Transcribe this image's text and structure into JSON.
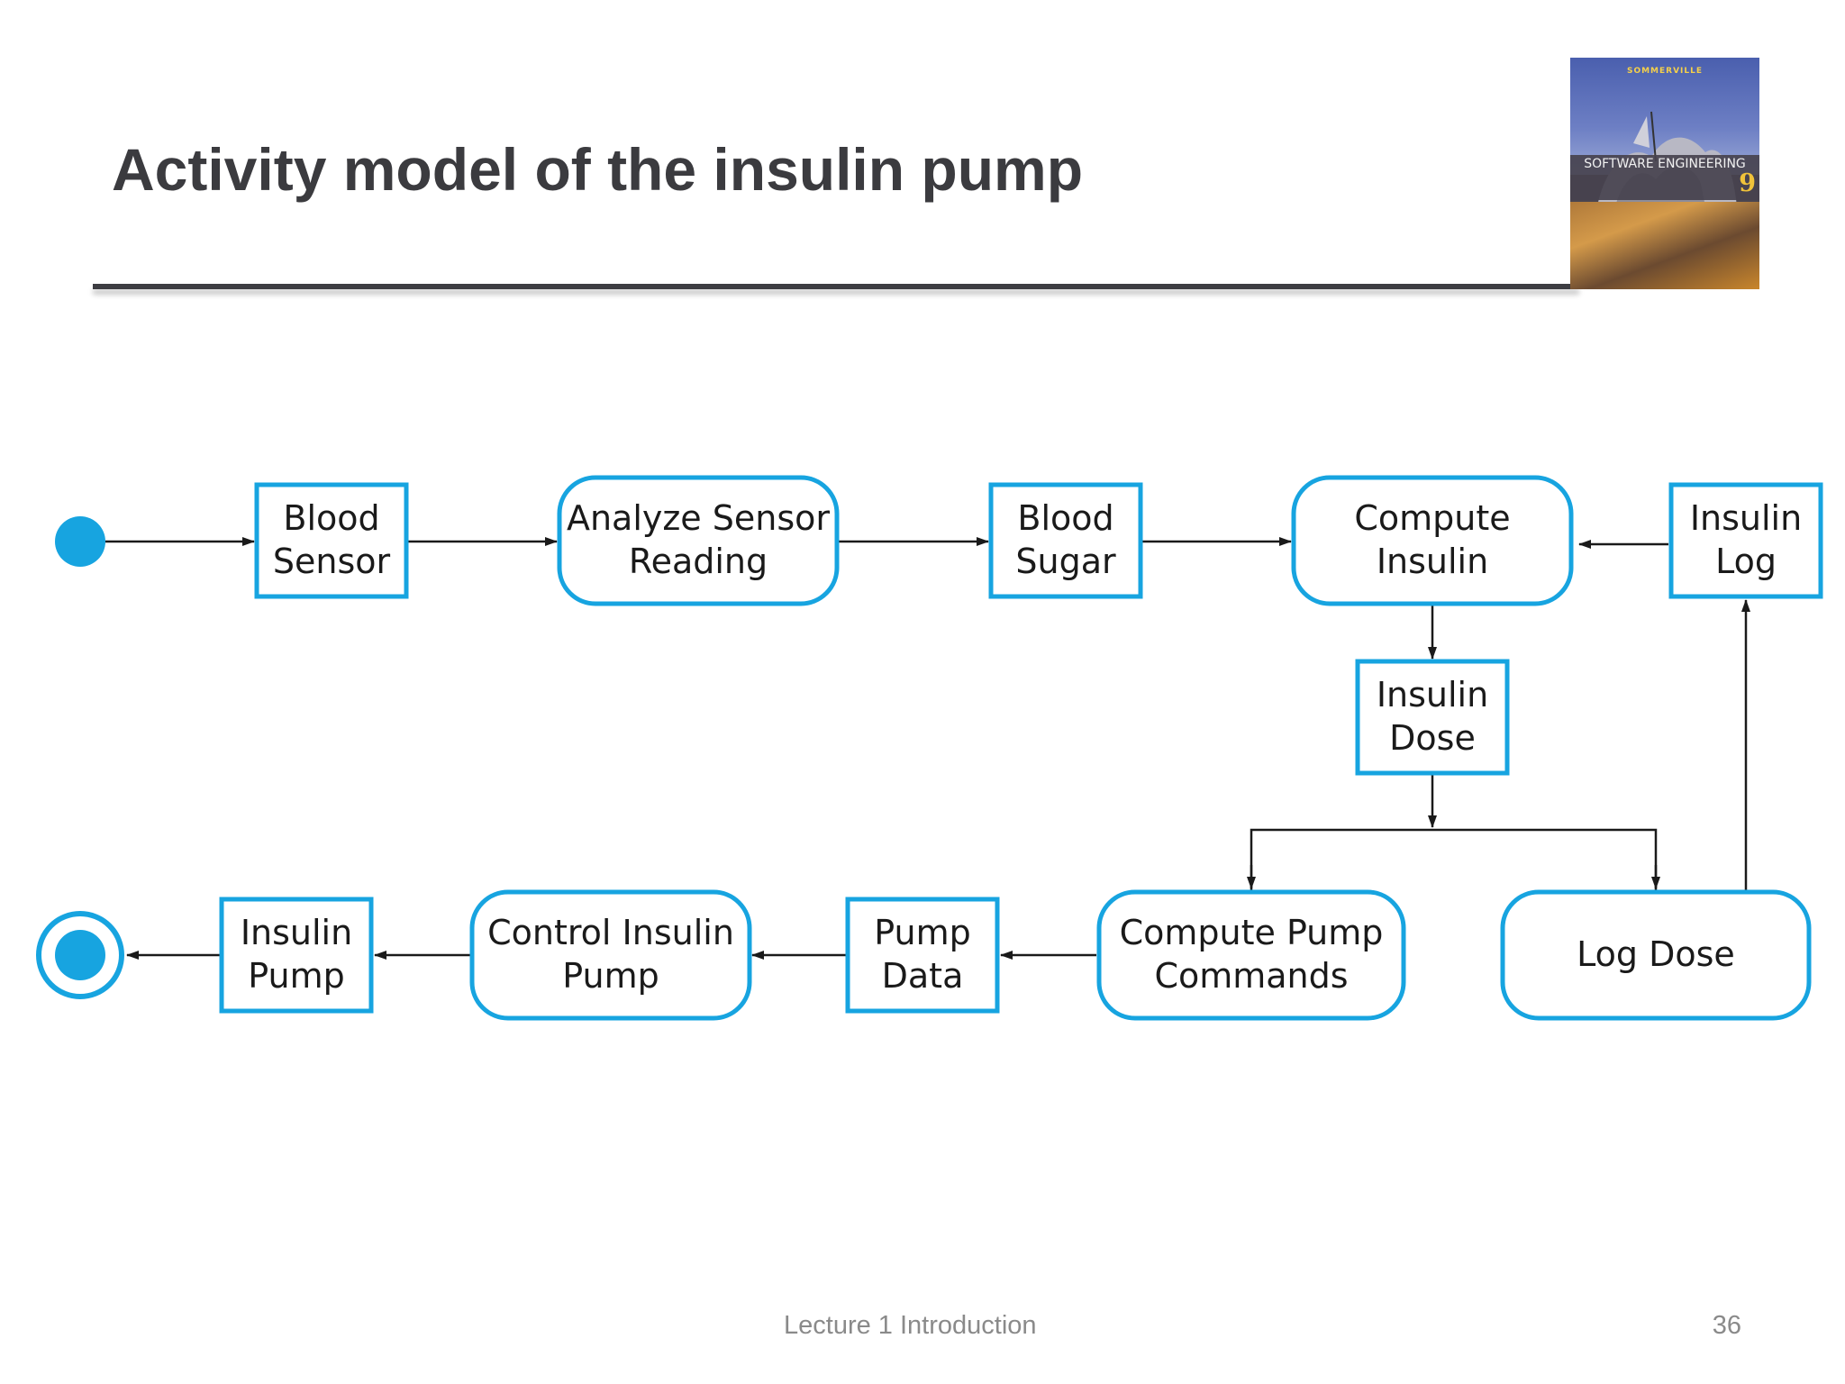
{
  "slide": {
    "title": "Activity model of the insulin pump",
    "footer": {
      "lecture": "Lecture 1  Introduction",
      "page": "36"
    }
  },
  "book_cover": {
    "author": "SOMMERVILLE",
    "subject": "SOFTWARE ENGINEERING",
    "edition": "9"
  },
  "diagram": {
    "nodes": {
      "blood_sensor": [
        "Blood",
        "Sensor"
      ],
      "analyze_sensor_reading": [
        "Analyze Sensor",
        "Reading"
      ],
      "blood_sugar": [
        "Blood",
        "Sugar"
      ],
      "compute_insulin": [
        "Compute",
        "Insulin"
      ],
      "insulin_log": [
        "Insulin",
        "Log"
      ],
      "insulin_dose": [
        "Insulin",
        "Dose"
      ],
      "compute_pump_commands": [
        "Compute Pump",
        "Commands"
      ],
      "log_dose": [
        "Log Dose"
      ],
      "pump_data": [
        "Pump",
        "Data"
      ],
      "control_insulin_pump": [
        "Control Insulin",
        "Pump"
      ],
      "insulin_pump": [
        "Insulin",
        "Pump"
      ]
    },
    "colors": {
      "accent": "#17a4e0",
      "line": "#1a1a1a"
    }
  }
}
